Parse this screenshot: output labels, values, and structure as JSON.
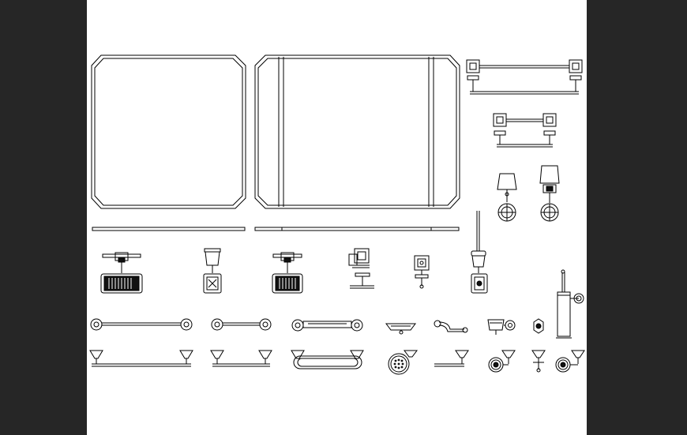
{
  "colors": {
    "viewport_background": "#262626",
    "sheet_background": "#ffffff",
    "line": "#000000",
    "fill_dark": "#111111"
  },
  "content": {
    "kind": "CAD bathroom accessories sheet",
    "text_labels": []
  },
  "symbols": [
    {
      "name": "mirror-square-elevation"
    },
    {
      "name": "mirror-wide-elevation"
    },
    {
      "name": "mirror-square-plan"
    },
    {
      "name": "mirror-wide-plan"
    },
    {
      "name": "towel-bar-long-elevation"
    },
    {
      "name": "towel-bar-long-plan"
    },
    {
      "name": "towel-bar-short-elevation"
    },
    {
      "name": "towel-bar-short-plan"
    },
    {
      "name": "wall-sconce-small"
    },
    {
      "name": "wall-sconce-large"
    },
    {
      "name": "soap-dish-a"
    },
    {
      "name": "tumbler-holder"
    },
    {
      "name": "soap-dish-b"
    },
    {
      "name": "toilet-roll-holder"
    },
    {
      "name": "robe-hook"
    },
    {
      "name": "toilet-brush-holder"
    },
    {
      "name": "toilet-brush-wall-mounted"
    },
    {
      "name": "towel-rail-round-long"
    },
    {
      "name": "towel-rail-round-medium"
    },
    {
      "name": "shelf-rail"
    },
    {
      "name": "round-soap-dish"
    },
    {
      "name": "paper-hook"
    },
    {
      "name": "glass-holder"
    },
    {
      "name": "single-hook"
    }
  ]
}
